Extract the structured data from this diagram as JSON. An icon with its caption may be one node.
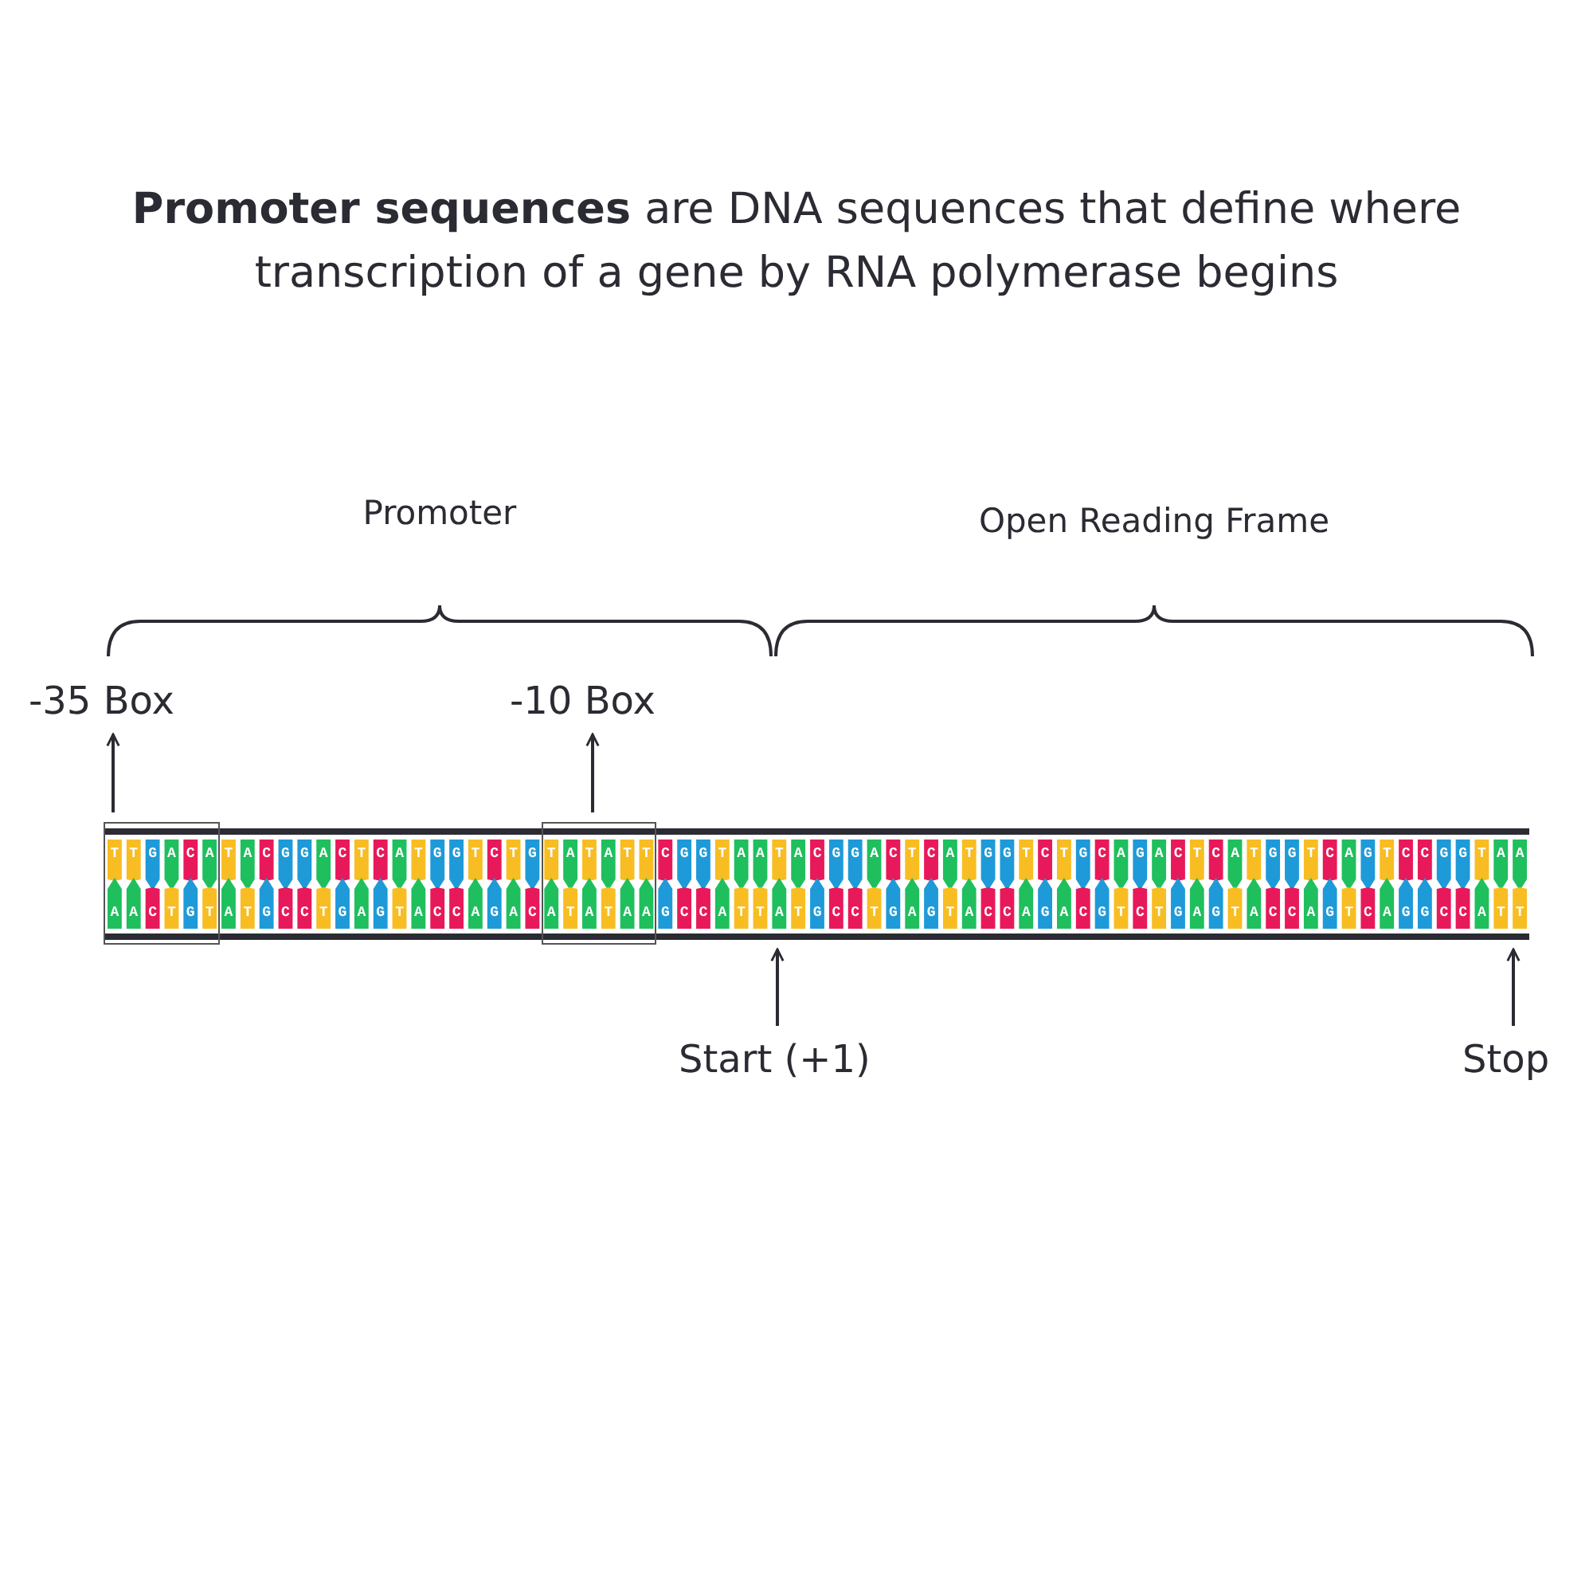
{
  "diagram": {
    "title": "**Promoter sequences** are DNA sequences that define where transcription of a gene by RNA polymerase begins",
    "nodes": [
      {
        "text": [
          "-35 Box"
        ]
      },
      {
        "text": [
          "-10 Box"
        ]
      },
      {
        "text": [
          "Start (+1)"
        ]
      },
      {
        "text": [
          "Stop"
        ]
      },
      {
        "text": [],
        "shape": "box"
      },
      {
        "text": [],
        "shape": "box"
      },
      {
        "text": [],
        "shape": "bar"
      }
    ],
    "edges": [
      {
        "from": 4,
        "to": 0,
        "arrow": "to"
      },
      {
        "from": 5,
        "to": 1,
        "arrow": "to"
      },
      {
        "from": 2,
        "to": 6,
        "arrow": "to"
      },
      {
        "from": 3,
        "to": 6,
        "arrow": "to"
      }
    ],
    "labels": [
      "Promoter",
      "Open Reading Frame",
      "TTGACATACGGACTCATGGTCTGTATATTCGGTAATACGGACTCATGGTCTGCAGACTCATGGTCAGTCCGGTAA",
      "AACTGTATGCCTGAGTACCAGACATATAAGCCATTATGCCTGAGTACCAGACGTCTGAGTACCAGTCAGGCCATT"
    ]
  }
}
